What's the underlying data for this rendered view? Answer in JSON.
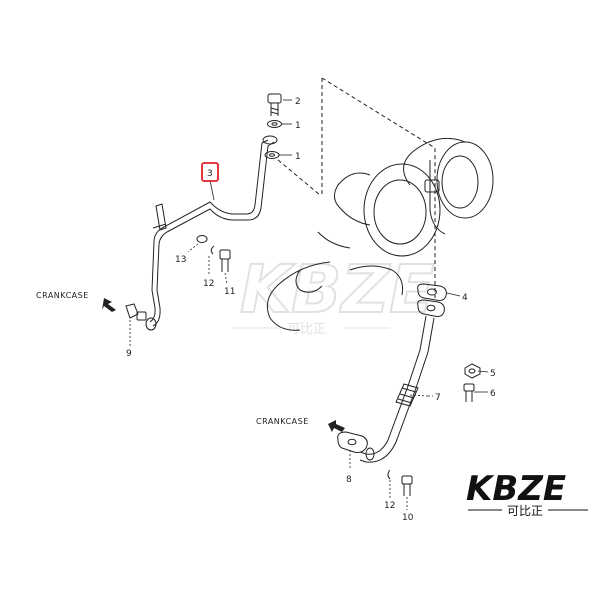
{
  "callouts": {
    "c1a": "1",
    "c1b": "1",
    "c2": "2",
    "c3": "3",
    "c4": "4",
    "c5": "5",
    "c6": "6",
    "c7": "7",
    "c8": "8",
    "c9": "9",
    "c10": "10",
    "c11": "11",
    "c12a": "12",
    "c12b": "12",
    "c13": "13"
  },
  "labels": {
    "crankcase_left": "CRANKCASE",
    "crankcase_right": "CRANKCASE"
  },
  "watermark": {
    "brand": "KBZE",
    "sub": "可比正"
  },
  "logo": {
    "brand": "KBZE",
    "sub": "可比正"
  },
  "colors": {
    "line": "#222222",
    "highlight": "#e0202a",
    "logo_fill": "#111111",
    "watermark": "#d0d0d0"
  }
}
